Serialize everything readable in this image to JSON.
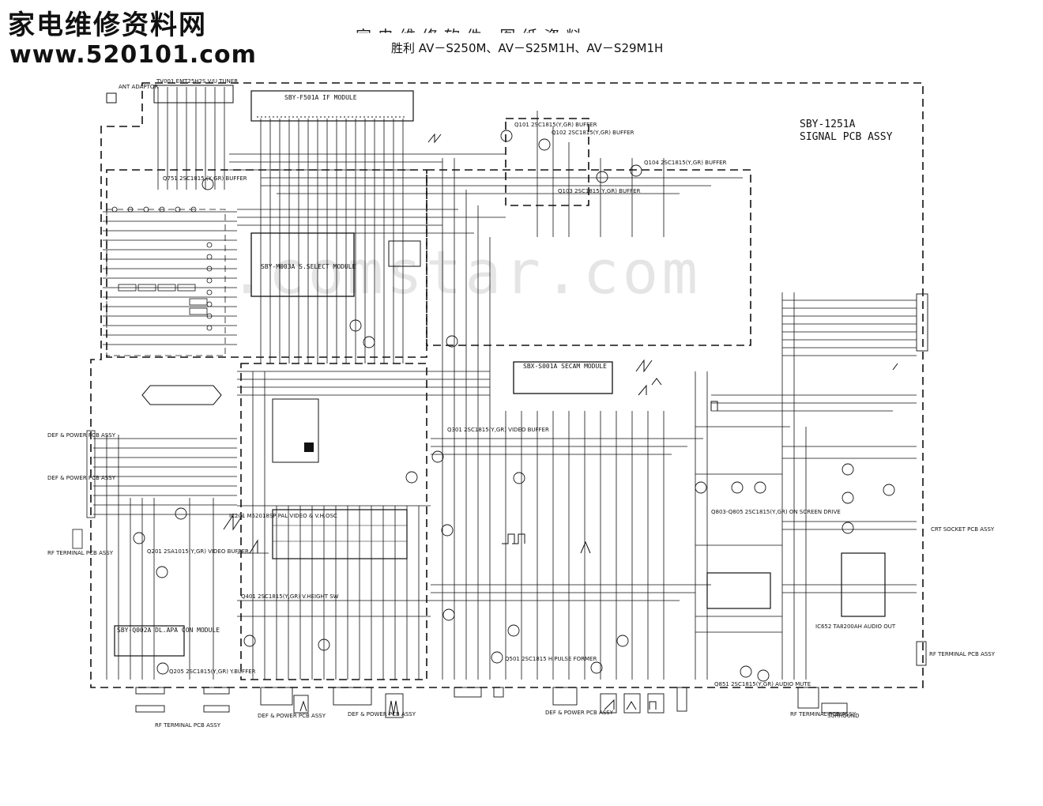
{
  "header": {
    "site_title": "家电维修资料网",
    "site_url": "www.520101.com",
    "faint_header": "家电维修软件 图纸资料",
    "model_line": "胜利 AV－S250M、AV－S25M1H、AV－S29M1H"
  },
  "pcb": {
    "title_line1": "SBY-1251A",
    "title_line2": "SIGNAL PCB ASSY"
  },
  "modules": {
    "if_module": "SBY-F501A  IF MODULE",
    "s_select": "SBY-M003A  S.SELECT MODULE",
    "secam": "SBX-S001A  SECAM MODULE",
    "dl_apa": "SBY-Q002A DL.APA CON MODULE",
    "tuner": "TV001 EMT25H2S V/U TUNER",
    "ant": "ANT ADAPTOR",
    "ic201": "IC201 M52018SP PAL VIDEO & V.H.OSC",
    "ic652": "IC652 TA8200AH AUDIO OUT"
  },
  "transistors": {
    "q101": "Q101 2SC1815(Y,GR) BUFFER",
    "q102": "Q102 2SC1815(Y,GR) BUFFER",
    "q103": "Q103 2SC1815(Y,GR) BUFFER",
    "q104": "Q104 2SC1815(Y,GR) BUFFER",
    "q751": "Q751 2SC1815 (Y,GR) BUFFER",
    "q201": "Q201 2SA1015(Y,GR) VIDEO BUFFER",
    "q205": "Q205 2SC1815(Y,GR) Y.BUFFER",
    "q301": "Q301 2SC1815(Y,GR) VIDEO BUFFER",
    "q401": "Q401 2SC1815(Y,GR) V.HEIGHT SW",
    "q501": "Q501 2SC1815 H.PULSE FORMER",
    "q803": "Q803-Q805 2SC1815(Y,GR) ON SCREEN DRIVE",
    "q851": "Q851 2SC1815(Y,GR) AUDIO MUTE"
  },
  "connectors": {
    "def_power": "DEF & POWER PCB ASSY",
    "rf_terminal": "RF TERMINAL PCB ASSY",
    "crt_socket": "CRT SOCKET PCB ASSY",
    "surround": "SURROUND"
  }
}
